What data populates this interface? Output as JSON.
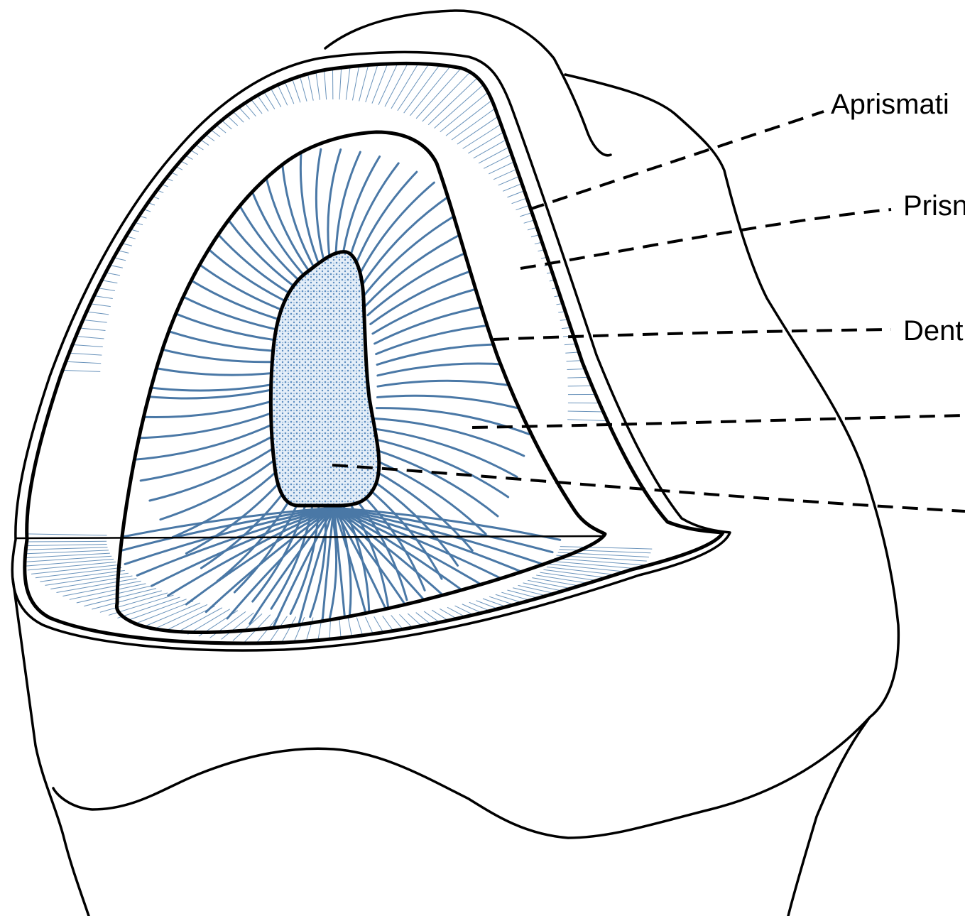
{
  "diagram": {
    "labels": [
      {
        "id": "aprismatic",
        "text": "Aprismati"
      },
      {
        "id": "prismatic",
        "text": "Prisn"
      },
      {
        "id": "dentin",
        "text": "Dent"
      }
    ],
    "colors": {
      "line": "#000000",
      "prism": "#6a93bb",
      "tubule": "#4a78a6",
      "pulp_dot": "#5b8cc0",
      "pulp_fill": "#dfeaf6"
    }
  }
}
